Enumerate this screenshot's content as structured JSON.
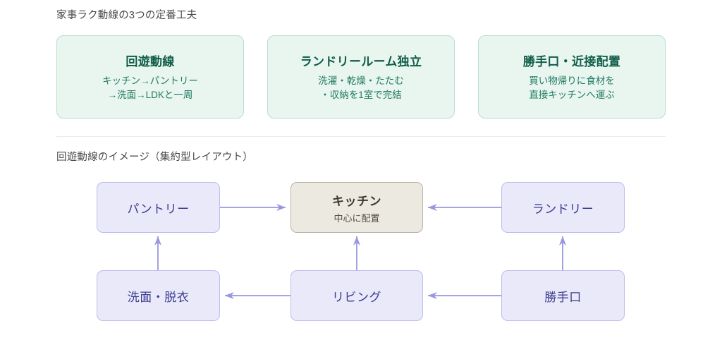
{
  "section1": {
    "title": "家事ラク動線の3つの定番工夫",
    "cards": [
      {
        "title": "回遊動線",
        "line1": "キッチン→パントリー",
        "line2": "→洗面→LDKと一周"
      },
      {
        "title": "ランドリールーム独立",
        "line1": "洗濯・乾燥・たたむ",
        "line2": "・収納を1室で完結"
      },
      {
        "title": "勝手口・近接配置",
        "line1": "買い物帰りに食材を",
        "line2": "直接キッチンへ運ぶ"
      }
    ]
  },
  "section2": {
    "title": "回遊動線のイメージ（集約型レイアウト）",
    "nodes": {
      "pantry": {
        "label": "パントリー"
      },
      "kitchen": {
        "label": "キッチン",
        "sub": "中心に配置"
      },
      "laundry": {
        "label": "ランドリー"
      },
      "washroom": {
        "label": "洗面・脱衣"
      },
      "living": {
        "label": "リビング"
      },
      "backdoor": {
        "label": "勝手口"
      }
    },
    "edges": [
      {
        "from": "pantry",
        "to": "kitchen",
        "direction": "right"
      },
      {
        "from": "laundry",
        "to": "kitchen",
        "direction": "left"
      },
      {
        "from": "washroom",
        "to": "pantry",
        "direction": "up"
      },
      {
        "from": "living",
        "to": "kitchen",
        "direction": "up"
      },
      {
        "from": "backdoor",
        "to": "laundry",
        "direction": "up"
      },
      {
        "from": "living",
        "to": "washroom",
        "direction": "left"
      },
      {
        "from": "backdoor",
        "to": "living",
        "direction": "left"
      }
    ]
  },
  "colors": {
    "card_bg": "#e9f5ef",
    "card_border": "#b9ded0",
    "card_title": "#0f5e4a",
    "card_desc": "#1f7a63",
    "node_bg": "#e9e9fa",
    "node_border": "#bdbdee",
    "node_text": "#3b3b8f",
    "kitchen_bg": "#ece9e1",
    "kitchen_border": "#b8b3a7",
    "arrow": "#9a97e0",
    "divider": "#ececec"
  }
}
